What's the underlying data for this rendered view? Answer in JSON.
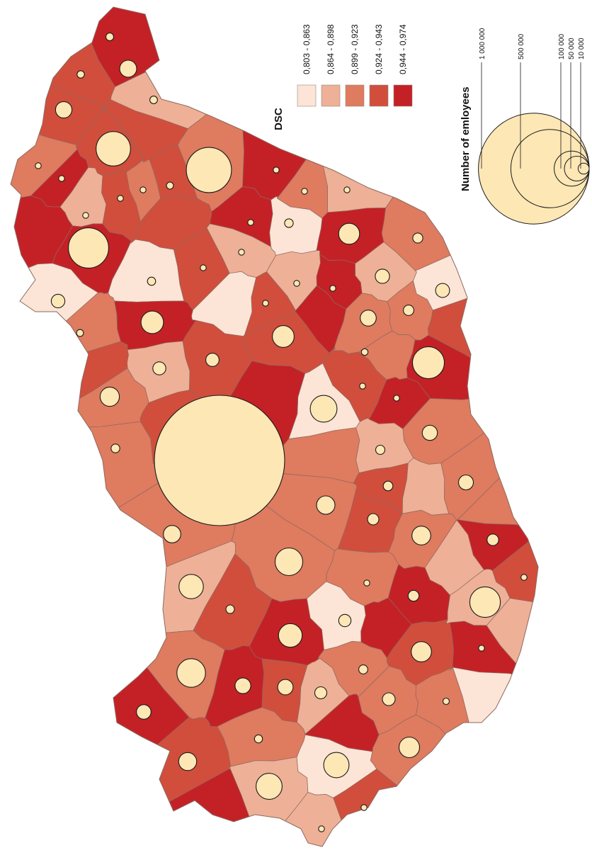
{
  "colors": {
    "class_1": "#fce4d6",
    "class_2": "#eeb096",
    "class_3": "#df7b5f",
    "class_4": "#d14e3c",
    "class_5": "#c42127",
    "bubble_fill": "#fde7b5",
    "outline": "#8a6a60"
  },
  "legend": {
    "color_title": "DSC",
    "classes": [
      {
        "label": "0,803 - 0,863",
        "color": "#fce4d6"
      },
      {
        "label": "0,864 - 0,898",
        "color": "#eeb096"
      },
      {
        "label": "0,899 - 0,923",
        "color": "#df7b5f"
      },
      {
        "label": "0,924 - 0,943",
        "color": "#d14e3c"
      },
      {
        "label": "0,944 - 0,974",
        "color": "#c42127"
      }
    ],
    "size_title": "Number of emloyees",
    "sizes": [
      {
        "label": "1 000 000",
        "value": 1000000
      },
      {
        "label": "500 000",
        "value": 500000
      },
      {
        "label": "100 000",
        "value": 100000
      },
      {
        "label": "50 000",
        "value": 50000
      },
      {
        "label": "10 000",
        "value": 10000
      }
    ]
  },
  "map": {
    "region_classes": [
      5,
      4,
      2,
      4,
      4,
      3,
      5,
      2,
      4,
      3,
      4,
      3,
      4,
      5,
      2,
      5,
      5,
      1,
      4,
      2,
      1,
      5,
      2,
      5,
      5,
      2,
      3,
      1,
      3,
      3,
      4,
      5,
      4,
      1,
      3,
      5,
      4,
      2,
      3,
      3,
      2,
      1,
      4,
      3,
      5,
      5,
      3,
      2,
      4,
      3,
      3,
      4,
      3,
      2,
      5,
      4,
      2,
      5,
      3,
      3,
      1,
      2,
      4,
      5,
      3,
      3,
      5,
      4,
      2,
      3,
      4,
      5,
      1,
      3,
      5,
      4,
      3,
      2,
      1,
      5,
      3,
      4,
      2,
      5,
      3,
      4,
      4,
      3,
      2,
      5,
      1,
      3,
      4,
      5,
      3,
      2,
      4
    ],
    "employees": [
      1000000,
      120000,
      95000,
      70000,
      60000,
      55000,
      48000,
      45000,
      42000,
      40000,
      38000,
      35000,
      33000,
      30000,
      28000,
      26000,
      25000,
      24000,
      22000,
      21000,
      20000,
      19000,
      18000,
      17000,
      16000,
      15000,
      14500,
      14000,
      13500,
      13000,
      12500,
      12000,
      11500,
      11000,
      10500,
      10000,
      9500,
      9000,
      8500,
      8000,
      7500,
      7000,
      6500,
      6000,
      5500,
      5000,
      4800,
      4600,
      4400,
      4200,
      4000,
      3800,
      3600,
      3400,
      3200,
      3000,
      2800,
      2600,
      2400,
      2200,
      2000,
      1900,
      1800,
      1700,
      1600,
      1500,
      1400,
      1300,
      1200,
      1100,
      1000
    ]
  }
}
